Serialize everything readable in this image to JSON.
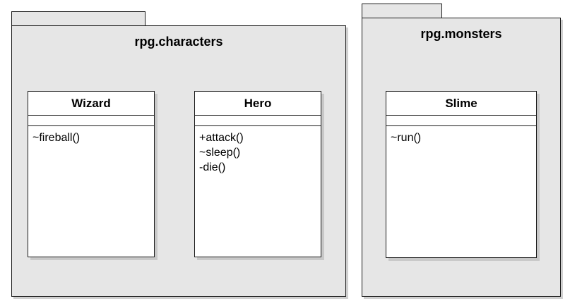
{
  "packages": [
    {
      "name": "rpg.characters",
      "classes": [
        {
          "name": "Wizard",
          "operations": [
            "~fireball()"
          ]
        },
        {
          "name": "Hero",
          "operations": [
            "+attack()",
            "~sleep()",
            "-die()"
          ]
        }
      ]
    },
    {
      "name": "rpg.monsters",
      "classes": [
        {
          "name": "Slime",
          "operations": [
            "~run()"
          ]
        }
      ]
    }
  ]
}
